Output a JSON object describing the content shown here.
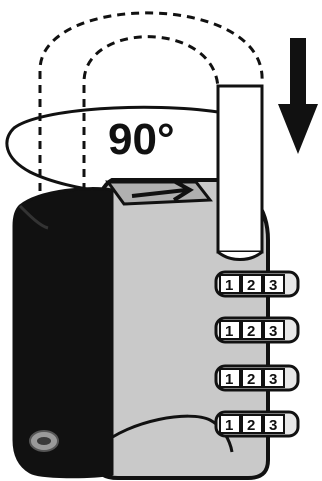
{
  "diagram": {
    "rotation_label": "90°",
    "dial_rows": [
      [
        "1",
        "2",
        "3"
      ],
      [
        "1",
        "2",
        "3"
      ],
      [
        "1",
        "2",
        "3"
      ],
      [
        "1",
        "2",
        "3"
      ]
    ],
    "colors": {
      "outline": "#111111",
      "lock_body": "#c9c9c9",
      "left_shell": "#111111",
      "dial": "#e7e7e7",
      "background": "#ffffff"
    },
    "icons": {
      "direction_arrow": "arrow-down-icon",
      "rotation_arrow": "rotate-arrow-icon"
    }
  }
}
